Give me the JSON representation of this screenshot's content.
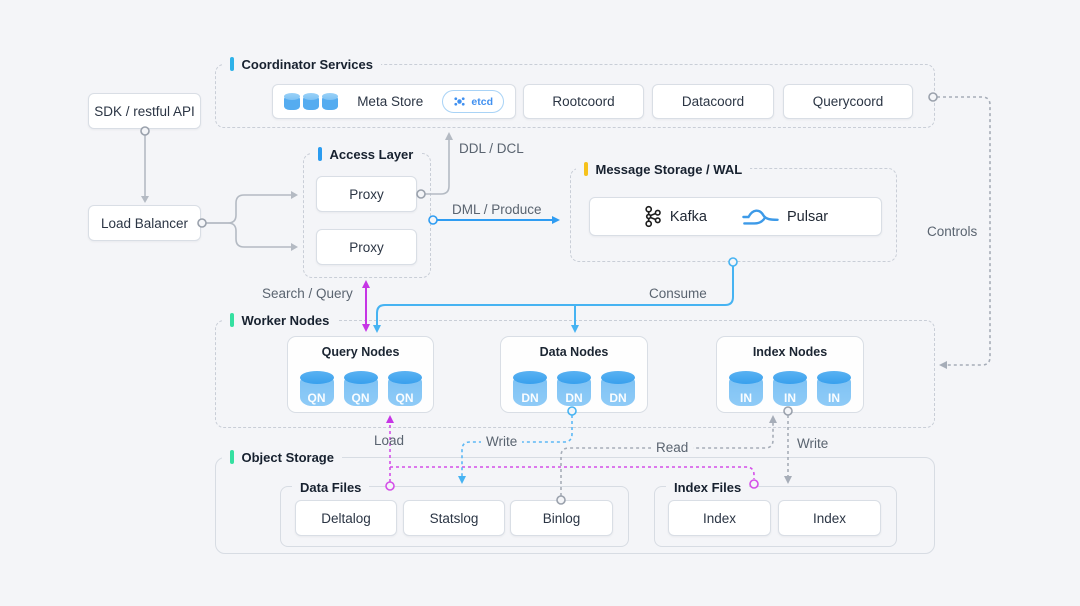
{
  "left_flow": {
    "sdk": "SDK / restful API",
    "load_balancer": "Load Balancer"
  },
  "coordinator": {
    "title": "Coordinator Services",
    "meta_store": {
      "label": "Meta Store",
      "badge": "etcd"
    },
    "services": [
      "Rootcoord",
      "Datacoord",
      "Querycoord"
    ]
  },
  "access_layer": {
    "title": "Access Layer",
    "proxies": [
      "Proxy",
      "Proxy"
    ]
  },
  "message_storage": {
    "title": "Message Storage / WAL",
    "brokers": [
      "Kafka",
      "Pulsar"
    ]
  },
  "worker_nodes": {
    "title": "Worker Nodes",
    "groups": [
      {
        "title": "Query Nodes",
        "abbr": "QN"
      },
      {
        "title": "Data Nodes",
        "abbr": "DN"
      },
      {
        "title": "Index Nodes",
        "abbr": "IN"
      }
    ]
  },
  "object_storage": {
    "title": "Object Storage",
    "data_files": {
      "title": "Data Files",
      "items": [
        "Deltalog",
        "Statslog",
        "Binlog"
      ]
    },
    "index_files": {
      "title": "Index Files",
      "items": [
        "Index",
        "Index"
      ]
    }
  },
  "edge_labels": {
    "ddl": "DDL / DCL",
    "dml": "DML / Produce",
    "search": "Search / Query",
    "consume": "Consume",
    "controls": "Controls",
    "load": "Load",
    "write_data": "Write",
    "read": "Read",
    "write_index": "Write"
  },
  "colors": {
    "accent_coordinator": "#2eb2e9",
    "accent_access": "#2b9cf0",
    "accent_message": "#f6c21c",
    "accent_worker": "#35e0a1",
    "accent_object": "#35e0a1",
    "line_gray": "#b4bac3",
    "line_blue": "#2e9cf2",
    "line_cyan": "#46b3f2",
    "line_magenta": "#c635e5",
    "dashed_magenta": "#d44fe8",
    "dashed_cyan": "#5cb8f5",
    "dashed_gray": "#a6adb8",
    "cylinder_blue": "#4aa8ef"
  }
}
